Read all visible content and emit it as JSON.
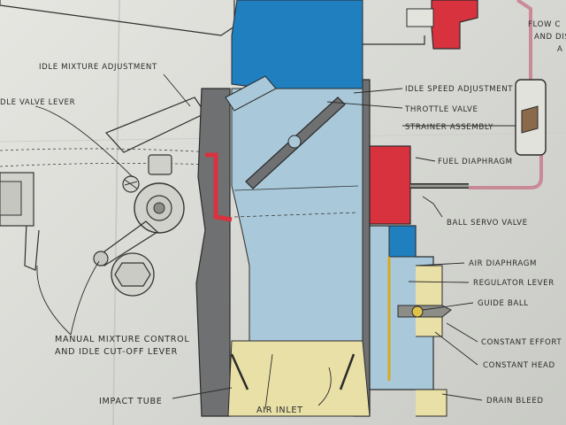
{
  "labels": {
    "flow_c": "FLOW C",
    "and_dis": "AND DIS",
    "a_frag": "A",
    "idle_mixture_adjustment": "IDLE MIXTURE ADJUSTMENT",
    "idle_valve_lever": "DLE VALVE LEVER",
    "idle_speed_adjustment": "IDLE SPEED ADJUSTMENT",
    "throttle_valve": "THROTTLE VALVE",
    "strainer_assembly": "STRAINER ASSEMBLY",
    "fuel_diaphragm": "FUEL DIAPHRAGM",
    "ball_servo_valve": "BALL SERVO VALVE",
    "air_diaphragm": "AIR DIAPHRAGM",
    "regulator_lever": "REGULATOR LEVER",
    "guide_ball": "GUIDE BALL",
    "constant_effort": "CONSTANT EFFORT",
    "constant_head": "CONSTANT HEAD",
    "drain_bleed": "DRAIN BLEED",
    "manual_mixture_line1": "MANUAL MIXTURE CONTROL",
    "manual_mixture_line2": "AND IDLE CUT-OFF LEVER",
    "impact_tube": "IMPACT TUBE",
    "air_inlet": "AIR INLET"
  },
  "colors": {
    "paper": "#e3e3de",
    "housing": "#6f7071",
    "dark_blue": "#1f7fbf",
    "light_blue": "#a9c9db",
    "yellow": "#e8e0a6",
    "red": "#d8323f",
    "pink_line": "#c98a98"
  }
}
